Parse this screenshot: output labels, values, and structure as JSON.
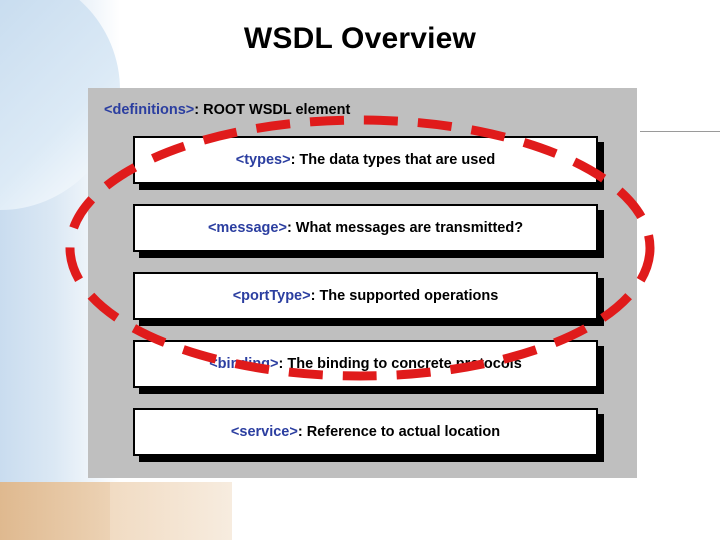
{
  "slide": {
    "title": "WSDL Overview",
    "root": {
      "tag": "<definitions>",
      "desc": ": ROOT WSDL element"
    },
    "items": [
      {
        "tag": "<types>",
        "desc": ": The data types that are used"
      },
      {
        "tag": "<message>",
        "desc": ": What messages are transmitted?"
      },
      {
        "tag": "<portType>",
        "desc": ": The supported operations"
      },
      {
        "tag": "<binding>",
        "desc": ": The binding to concrete protocols"
      },
      {
        "tag": "<service>",
        "desc": ": Reference to actual location"
      }
    ],
    "annotation": {
      "shape": "dashed-ellipse",
      "color": "#e01b1b"
    },
    "colors": {
      "panel": "#bfbfbf",
      "tag_text": "#2b3ea0",
      "text": "#000000",
      "box_fill": "#ffffff",
      "accent_red": "#e01b1b"
    }
  }
}
